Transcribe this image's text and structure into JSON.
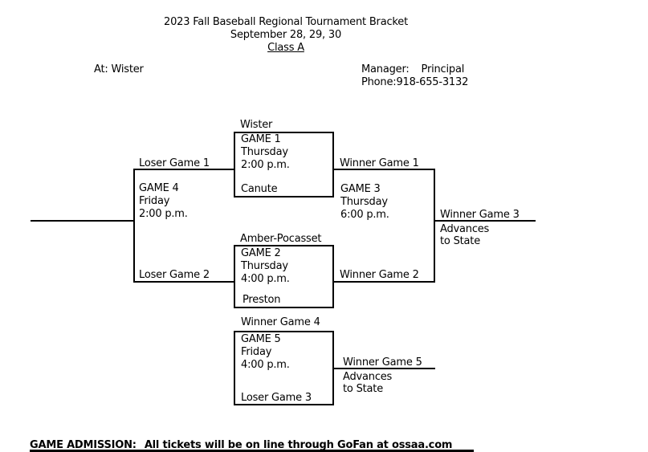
{
  "header": {
    "title": "2023 Fall Baseball Regional Tournament Bracket",
    "dates": "September 28, 29, 30",
    "class_label": "Class A"
  },
  "info": {
    "location": "At: Wister",
    "manager_label": "Manager:",
    "manager_value": "Principal",
    "phone_label": "Phone:",
    "phone_value": "918-655-3132"
  },
  "games": {
    "game1": {
      "label": "GAME 1",
      "day": "Thursday",
      "time": "2:00 p.m.",
      "top": "Wister",
      "bottom": "Canute"
    },
    "game2": {
      "label": "GAME 2",
      "day": "Thursday",
      "time": "4:00 p.m.",
      "top": "Amber-Pocasset",
      "bottom": "Preston"
    },
    "game3": {
      "label": "GAME 3",
      "day": "Thursday",
      "time": "6:00 p.m.",
      "top": "Winner Game 1",
      "bottom": "Winner Game 2",
      "winner": "Winner Game 3",
      "note1": "Advances",
      "note2": "to State"
    },
    "game4": {
      "label": "GAME 4",
      "day": "Friday",
      "time": "2:00 p.m.",
      "top": "Loser Game 1",
      "bottom": "Loser Game 2"
    },
    "game5": {
      "label": "GAME 5",
      "day": "Friday",
      "time": "4:00 p.m.",
      "top": "Winner Game 4",
      "bottom": "Loser Game 3",
      "winner": "Winner Game 5",
      "note1": "Advances",
      "note2": "to State"
    }
  },
  "footer": {
    "label": "GAME ADMISSION:",
    "text": "All tickets will be on line through GoFan at ossaa.com"
  },
  "colors": {
    "background": "#ffffff",
    "text": "#000000",
    "line": "#000000"
  }
}
